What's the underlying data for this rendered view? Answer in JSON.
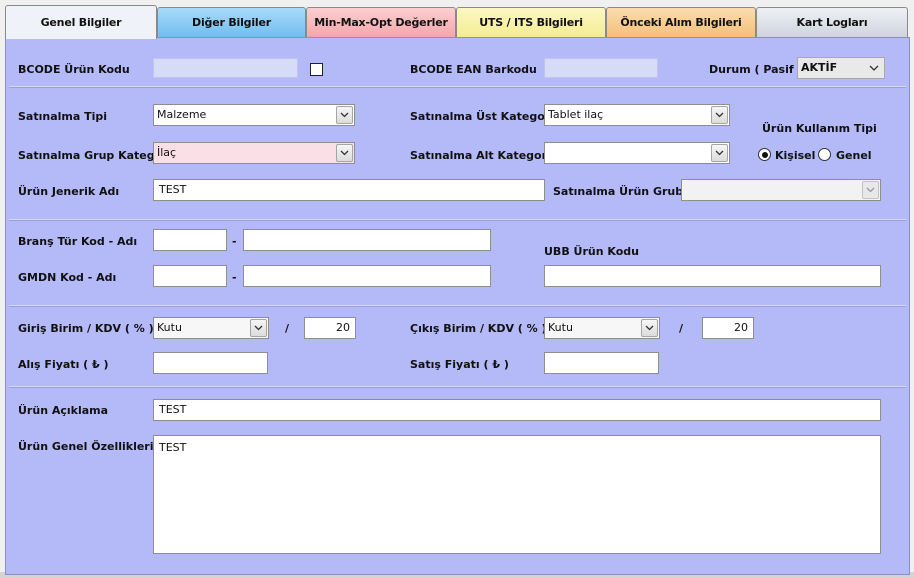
{
  "tabs": [
    {
      "label": "Genel Bilgiler",
      "color": "#f0f2fa",
      "active": true
    },
    {
      "label": "Diğer Bilgiler",
      "color": "#7cc4f2"
    },
    {
      "label": "Min-Max-Opt Değerler",
      "color": "#f8b8bc"
    },
    {
      "label": "UTS / ITS Bilgileri",
      "color": "#f8f2a6"
    },
    {
      "label": "Önceki Alım Bilgileri",
      "color": "#f8cc8c"
    },
    {
      "label": "Kart Logları",
      "color": "#d8dde6"
    }
  ],
  "fields": {
    "bcode_urun_kodu": {
      "label": "BCODE Ürün Kodu",
      "value": ""
    },
    "bcode_ean": {
      "label": "BCODE EAN Barkodu",
      "value": ""
    },
    "durum": {
      "label": "Durum ( Pasif )",
      "value": "AKTİF"
    },
    "satinalma_tipi": {
      "label": "Satınalma Tipi",
      "value": "Malzeme"
    },
    "satinalma_ust_kategori": {
      "label": "Satınalma Üst Kategori",
      "value": "Tablet ilaç"
    },
    "urun_kullanim_tipi": {
      "label": "Ürün Kullanım Tipi",
      "options": [
        "Kişisel",
        "Genel"
      ],
      "selected": "Kişisel"
    },
    "satinalma_grup_kategori": {
      "label": "Satınalma Grup Kategori",
      "value": "İlaç"
    },
    "satinalma_alt_kategori": {
      "label": "Satınalma Alt Kategori",
      "value": ""
    },
    "urun_jenerik_adi": {
      "label": "Ürün Jenerik Adı",
      "value": "TEST"
    },
    "satinalma_urun_grubu": {
      "label": "Satınalma Ürün Grubu",
      "value": ""
    },
    "brans_tur": {
      "label": "Branş Tür Kod - Adı",
      "code": "",
      "name": "",
      "dash": "-"
    },
    "ubb_urun_kodu": {
      "label": "UBB Ürün Kodu",
      "value": ""
    },
    "gmdn": {
      "label": "GMDN Kod - Adı",
      "code": "",
      "name": "",
      "dash": "-"
    },
    "giris_birim": {
      "label": "Giriş Birim / KDV ( % )",
      "unit": "Kutu",
      "slash": "/",
      "kdv": "20"
    },
    "cikis_birim": {
      "label": "Çıkış Birim / KDV ( % )",
      "unit": "Kutu",
      "slash": "/",
      "kdv": "20"
    },
    "alis_fiyati": {
      "label": "Alış Fiyatı  ( ₺ )",
      "value": ""
    },
    "satis_fiyati": {
      "label": "Satış Fiyatı  ( ₺ )",
      "value": ""
    },
    "urun_aciklama": {
      "label": "Ürün Açıklama",
      "value": "TEST"
    },
    "urun_genel_ozellikleri": {
      "label": "Ürün Genel Özellikleri",
      "value": "TEST"
    }
  },
  "colors": {
    "panel_bg": "#b4b9f8",
    "readonly_bg": "#d6dcf8",
    "pink_bg": "#fbdfe6"
  },
  "icons": {
    "dropdown": "chevron-down-icon",
    "checkbox": "checkbox-icon",
    "radio": "radio-icon"
  }
}
